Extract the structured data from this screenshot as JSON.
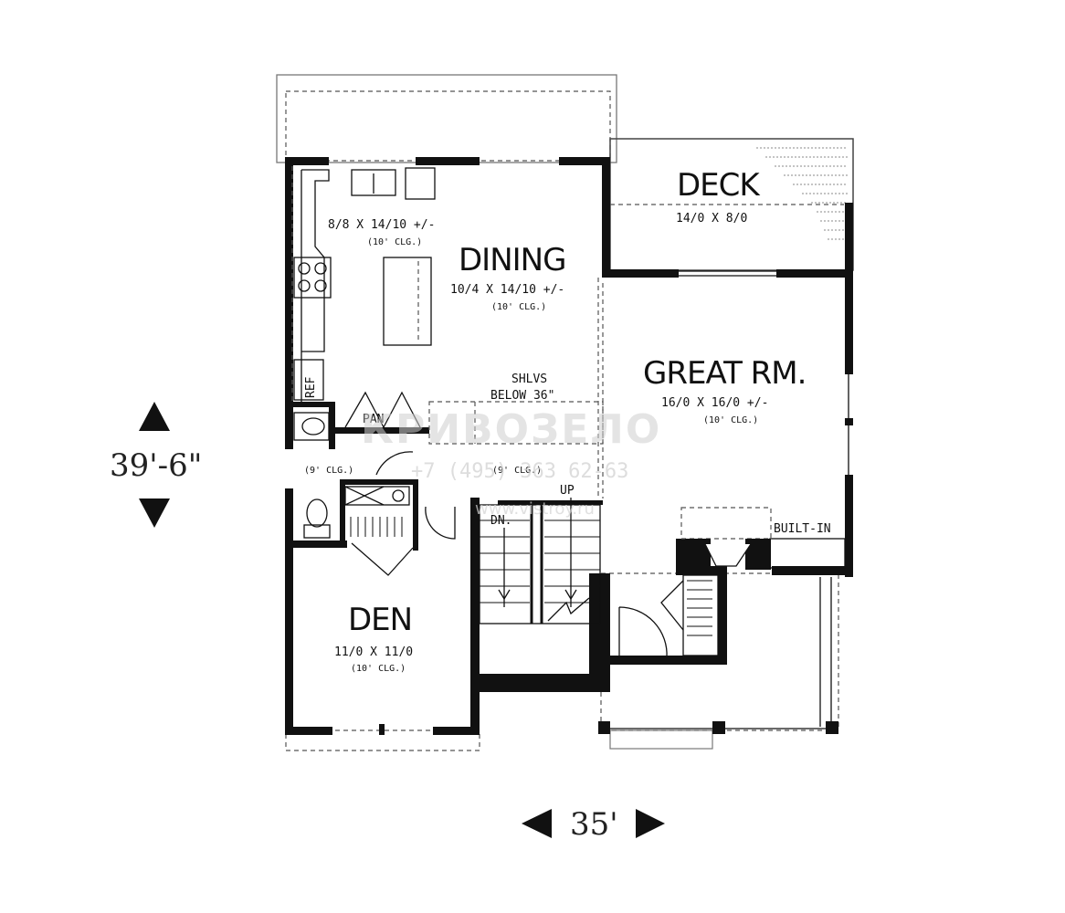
{
  "rooms": {
    "kitchen": {
      "dims": "8/8 X 14/10 +/-",
      "clg": "(10' CLG.)"
    },
    "dining": {
      "name": "DINING",
      "dims": "10/4 X 14/10 +/-",
      "clg": "(10' CLG.)"
    },
    "deck": {
      "name": "DECK",
      "dims": "14/0 X 8/0"
    },
    "great_room": {
      "name": "GREAT RM.",
      "dims": "16/0 X 16/0 +/-",
      "clg": "(10' CLG.)"
    },
    "den": {
      "name": "DEN",
      "dims": "11/0 X 11/0",
      "clg": "(10' CLG.)"
    }
  },
  "labels": {
    "ref": "REF",
    "pan": "PAN",
    "shelves_line1": "SHLVS",
    "shelves_line2": "BELOW 36\"",
    "hall_clg_left": "(9' CLG.)",
    "hall_clg_right": "(9' CLG.)",
    "stair_up": "UP",
    "stair_down": "DN.",
    "built_in": "BUILT-IN"
  },
  "dimensions": {
    "depth": "39'-6\"",
    "width": "35'"
  },
  "watermark": {
    "logo_text": "КРИВОЗЕЛО",
    "phone": "+7 (495) 363 62-63",
    "url": "www.vistroy.ru"
  }
}
